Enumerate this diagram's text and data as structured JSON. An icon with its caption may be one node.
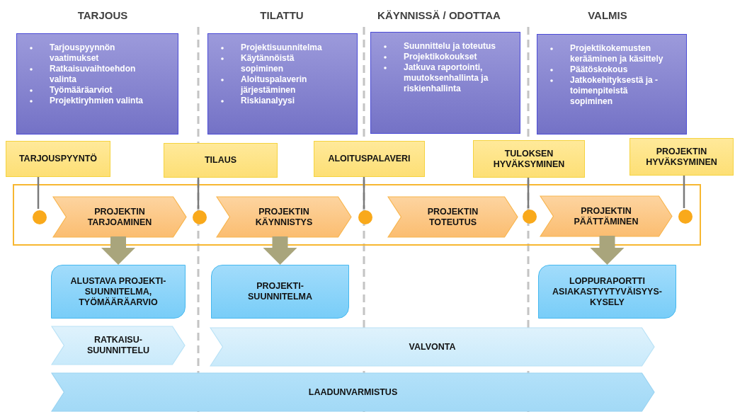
{
  "diagram": {
    "nodes": [
      {
        "text": [
          "Tarjouspyynnön vaatimukset",
          "Ratkaisuvaihtoehdon valinta",
          "Työmääräarviot",
          "Projektiryhmien valinta"
        ]
      },
      {
        "text": [
          "Projektisuunnitelma",
          "Käytännöistä sopiminen",
          "Aloituspalaverin järjestäminen",
          "Riskianalyysi"
        ]
      },
      {
        "text": [
          "Suunnittelu ja toteutus",
          "Projektikokoukset",
          "Jatkuva raportointi, muutoksenhallinta ja riskienhallinta"
        ]
      },
      {
        "text": [
          "Projektikokemusten kerääminen ja käsittely",
          "Päätöskokous",
          "Jatkokehityksestä ja -toimenpiteistä sopiminen"
        ]
      },
      {
        "text": [
          "TARJOUSPYYNTÖ"
        ]
      },
      {
        "text": [
          "TILAUS"
        ]
      },
      {
        "text": [
          "ALOITUSPALAVERI"
        ]
      },
      {
        "text": [
          "TULOKSEN HYVÄKSYMINEN"
        ]
      },
      {
        "text": [
          "PROJEKTIN HYVÄKSYMINEN"
        ]
      },
      {
        "text": [],
        "shape": "box"
      },
      {
        "text": [],
        "shape": "circle",
        "in": 9
      },
      {
        "text": [
          "PROJEKTIN TARJOAMINEN"
        ],
        "in": 9
      },
      {
        "text": [],
        "shape": "circle",
        "in": 9
      },
      {
        "text": [
          "PROJEKTIN KÄYNNISTYS"
        ],
        "in": 9
      },
      {
        "text": [],
        "shape": "circle",
        "in": 9
      },
      {
        "text": [
          "PROJEKTIN TOTEUTUS"
        ],
        "in": 9
      },
      {
        "text": [],
        "shape": "circle",
        "in": 9
      },
      {
        "text": [
          "PROJEKTIN PÄÄTTÄMINEN"
        ],
        "in": 9
      },
      {
        "text": [],
        "shape": "circle",
        "in": 9
      },
      {
        "text": [
          "ALUSTAVA PROJEKTI- SUUNNITELMA, TYÖMÄÄRÄARVIO"
        ]
      },
      {
        "text": [
          "PROJEKTI- SUUNNITELMA"
        ]
      },
      {
        "text": [
          "LOPPURAPORTTI ASIAKASTYYTYVÄISYYS- KYSELY"
        ]
      },
      {
        "text": [
          "RATKAISU- SUUNNITTELU"
        ]
      },
      {
        "text": [
          "VALVONTA"
        ]
      },
      {
        "text": [
          "LAADUNVARMISTUS"
        ]
      }
    ],
    "edges": [
      {
        "from": 4,
        "to": 10,
        "arrow": "none"
      },
      {
        "from": 5,
        "to": 12,
        "arrow": "none"
      },
      {
        "from": 6,
        "to": 14,
        "arrow": "none"
      },
      {
        "from": 7,
        "to": 16,
        "arrow": "none"
      },
      {
        "from": 8,
        "to": 18,
        "arrow": "none"
      },
      {
        "from": 11,
        "to": 19,
        "arrow": "to",
        "style": "thick",
        "color": "#a9a57c"
      },
      {
        "from": 13,
        "to": 20,
        "arrow": "to",
        "style": "thick",
        "color": "#a9a57c"
      },
      {
        "from": 17,
        "to": 21,
        "arrow": "to",
        "style": "thick",
        "color": "#a9a57c"
      }
    ],
    "labels": [
      "TARJOUS",
      "TILATTU",
      "KÄYNNISSÄ / ODOTTAA",
      "VALMIS"
    ]
  }
}
